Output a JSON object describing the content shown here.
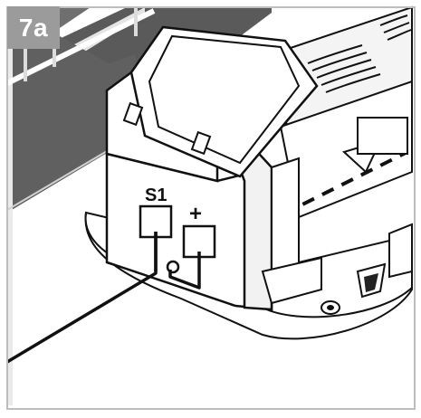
{
  "step": {
    "label": "7a"
  },
  "terminals": {
    "s1_label": "S1",
    "plus_label": "+"
  },
  "icons": [
    "device-housing",
    "terminal-block-icon",
    "mounting-screw-icon"
  ]
}
